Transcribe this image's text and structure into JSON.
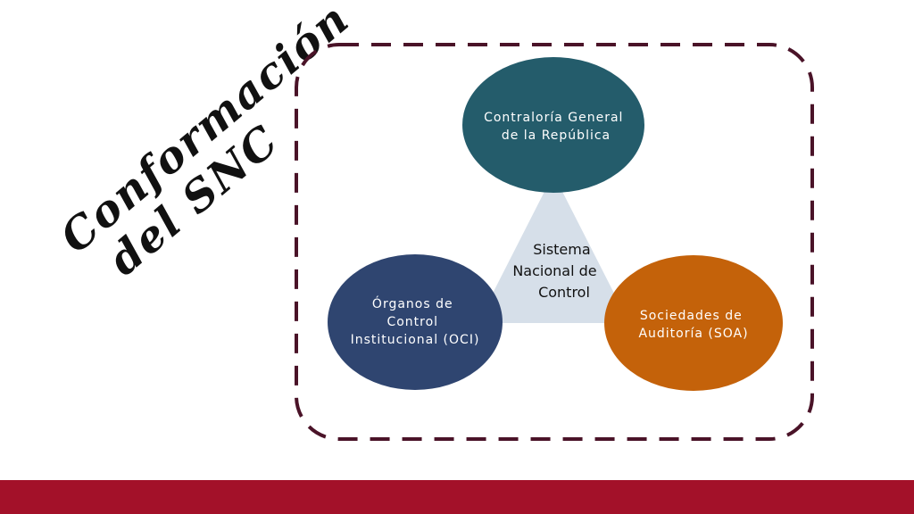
{
  "slide": {
    "title_line1": "Conformación",
    "title_line2": "del SNC"
  },
  "diagram": {
    "center_label": [
      "Sistema",
      "Nacional de",
      "Control"
    ],
    "nodes": {
      "top": {
        "lines": [
          "Contraloría General",
          "de la República"
        ],
        "color": "#245c6b"
      },
      "left": {
        "lines": [
          "Órganos de",
          "Control",
          "Institucional (OCI)"
        ],
        "color": "#2f4570"
      },
      "right": {
        "lines": [
          "Sociedades de",
          "Auditoría (SOA)"
        ],
        "color": "#c4620a"
      }
    },
    "triangle_color": "#d6dfe9",
    "frame_color": "#4a1328"
  },
  "colors": {
    "bottom_bar": "#a31129"
  }
}
